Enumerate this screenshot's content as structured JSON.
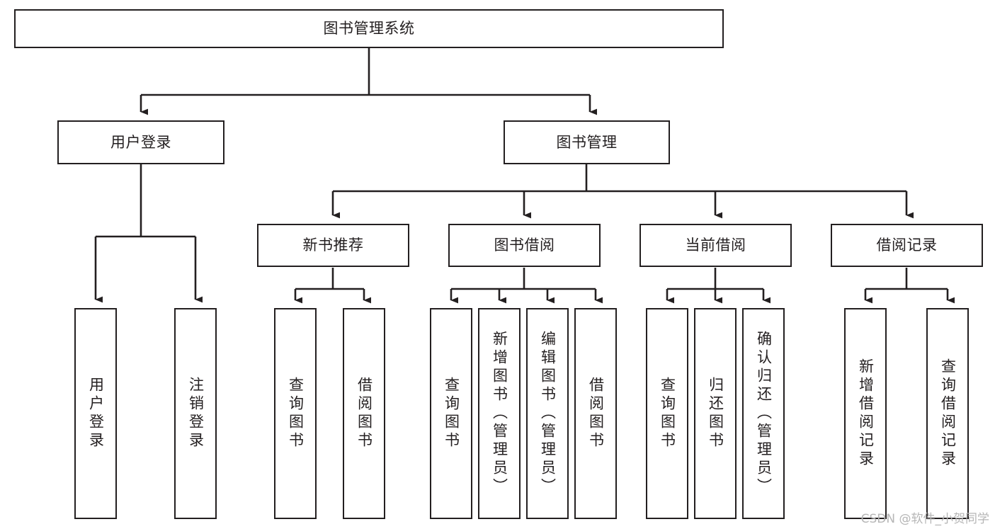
{
  "diagram": {
    "title": "图书管理系统",
    "type": "tree-hierarchy-diagram",
    "colors": {
      "stroke": "#231f20",
      "fill": "#ffffff",
      "watermark": "#b6b6b6"
    },
    "root": {
      "id": "root",
      "label": "图书管理系统"
    },
    "level2": [
      {
        "id": "user-login",
        "label": "用户登录"
      },
      {
        "id": "book-management",
        "label": "图书管理"
      }
    ],
    "level3": [
      {
        "id": "new-book-recommend",
        "label": "新书推荐"
      },
      {
        "id": "book-borrow",
        "label": "图书借阅"
      },
      {
        "id": "current-borrow",
        "label": "当前借阅"
      },
      {
        "id": "borrow-record",
        "label": "借阅记录"
      }
    ],
    "leaves": {
      "user-login": [
        {
          "id": "leaf-user-login",
          "label": "用户登录"
        },
        {
          "id": "leaf-logout-login",
          "label": "注销登录"
        }
      ],
      "new-book-recommend": [
        {
          "id": "leaf-query-book-1",
          "label": "查询图书"
        },
        {
          "id": "leaf-borrow-book-1",
          "label": "借阅图书"
        }
      ],
      "book-borrow": [
        {
          "id": "leaf-query-book-2",
          "label": "查询图书"
        },
        {
          "id": "leaf-add-book",
          "label": "新增图书（管理员）"
        },
        {
          "id": "leaf-edit-book",
          "label": "编辑图书（管理员）"
        },
        {
          "id": "leaf-borrow-book-2",
          "label": "借阅图书"
        }
      ],
      "current-borrow": [
        {
          "id": "leaf-query-book-3",
          "label": "查询图书"
        },
        {
          "id": "leaf-return-book",
          "label": "归还图书"
        },
        {
          "id": "leaf-confirm-return",
          "label": "确认归还（管理员）"
        }
      ],
      "borrow-record": [
        {
          "id": "leaf-add-record",
          "label": "新增借阅记录"
        },
        {
          "id": "leaf-query-record",
          "label": "查询借阅记录"
        }
      ]
    }
  },
  "watermark": {
    "text": "CSDN @软件_小贺同学"
  }
}
